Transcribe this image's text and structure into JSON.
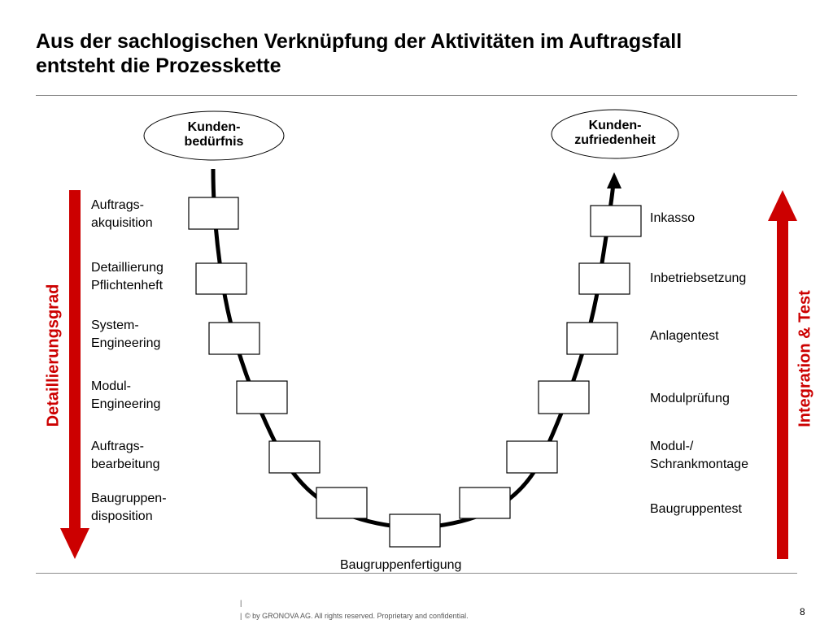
{
  "title": {
    "line1": "Aus der sachlogischen Verknüpfung der Aktivitäten im Auftragsfall",
    "line2": "entsteht die Prozesskette"
  },
  "start_node": {
    "line1": "Kunden-",
    "line2": "bedürfnis"
  },
  "end_node": {
    "line1": "Kunden-",
    "line2": "zufriedenheit"
  },
  "left_steps": [
    {
      "line1": "Auftrags-",
      "line2": "akquisition"
    },
    {
      "line1": "Detaillierung",
      "line2": "Pflichtenheft"
    },
    {
      "line1": "System-",
      "line2": "Engineering"
    },
    {
      "line1": "Modul-",
      "line2": "Engineering"
    },
    {
      "line1": "Auftrags-",
      "line2": "bearbeitung"
    },
    {
      "line1": "Baugruppen-",
      "line2": "disposition"
    }
  ],
  "bottom_step": {
    "label": "Baugruppenfertigung"
  },
  "right_steps": [
    {
      "line1": "Inkasso",
      "line2": ""
    },
    {
      "line1": "Inbetriebsetzung",
      "line2": ""
    },
    {
      "line1": "Anlagentest",
      "line2": ""
    },
    {
      "line1": "Modulprüfung",
      "line2": ""
    },
    {
      "line1": "Modul-/",
      "line2": "Schrankmontage"
    },
    {
      "line1": "Baugruppentest",
      "line2": ""
    }
  ],
  "left_axis": {
    "label": "Detaillierungsgrad",
    "direction": "down"
  },
  "right_axis": {
    "label": "Integration & Test",
    "direction": "up"
  },
  "accent_color": "#cc0000",
  "footer": {
    "copyright": "© by GRONOVA AG. All rights reserved. Proprietary and confidential.",
    "page": "8"
  }
}
